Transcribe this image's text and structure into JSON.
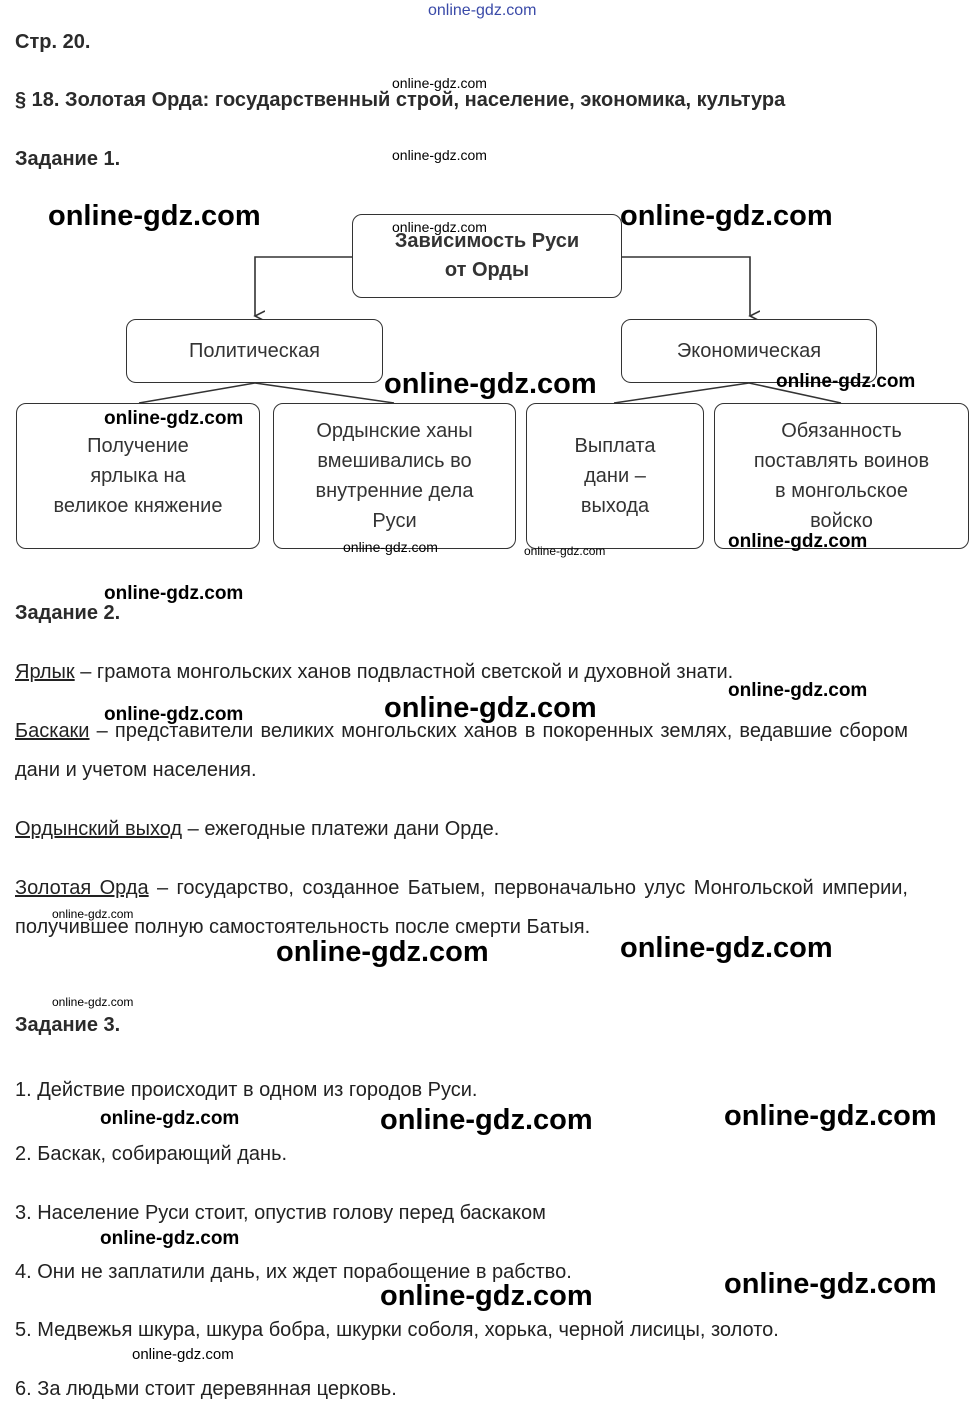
{
  "watermark_text": "online-gdz.com",
  "page_label": "Стр. 20.",
  "section_title": "§ 18. Золотая Орда: государственный строй, население, экономика, культура",
  "task1": {
    "heading": "Задание 1.",
    "diagram": {
      "root": [
        "Зависимость Руси",
        "от Орды"
      ],
      "political": "Политическая",
      "economic": "Экономическая",
      "leaves": [
        [
          "Получение",
          "ярлыка на",
          "великое княжение"
        ],
        [
          "Ордынские ханы",
          "вмешивались во",
          "внутренние дела",
          "Руси"
        ],
        [
          "Выплата",
          "дани –",
          "выхода"
        ],
        [
          "Обязанность",
          "поставлять воинов",
          "в монгольское",
          "войско"
        ]
      ]
    }
  },
  "task2": {
    "heading": "Задание 2.",
    "definitions": [
      {
        "term": "Ярлык",
        "text": " – грамота монгольских ханов подвластной светской и духовной знати."
      },
      {
        "term": "Баскаки",
        "text": " – представители великих монгольских ханов в покоренных землях, ведавшие сбором дани и учетом населения."
      },
      {
        "term": "Ордынский выход",
        "text": " – ежегодные платежи дани Орде."
      },
      {
        "term": "Золотая Орда",
        "text": " – государство, созданное Батыем, первоначально улус Монгольской империи, получившее полную самостоятельность после смерти Батыя."
      }
    ]
  },
  "task3": {
    "heading": "Задание 3.",
    "items": [
      "1. Действие происходит в одном из городов Руси.",
      "2. Баскак, собирающий дань.",
      "3. Население Руси стоит, опустив голову перед баскаком",
      "4. Они не заплатили дань, их ждет порабощение в рабство.",
      "5. Медвежья шкура, шкура бобра, шкурки соболя, хорька, черной лисицы, золото.",
      "6. За людьми стоит деревянная церковь."
    ]
  }
}
